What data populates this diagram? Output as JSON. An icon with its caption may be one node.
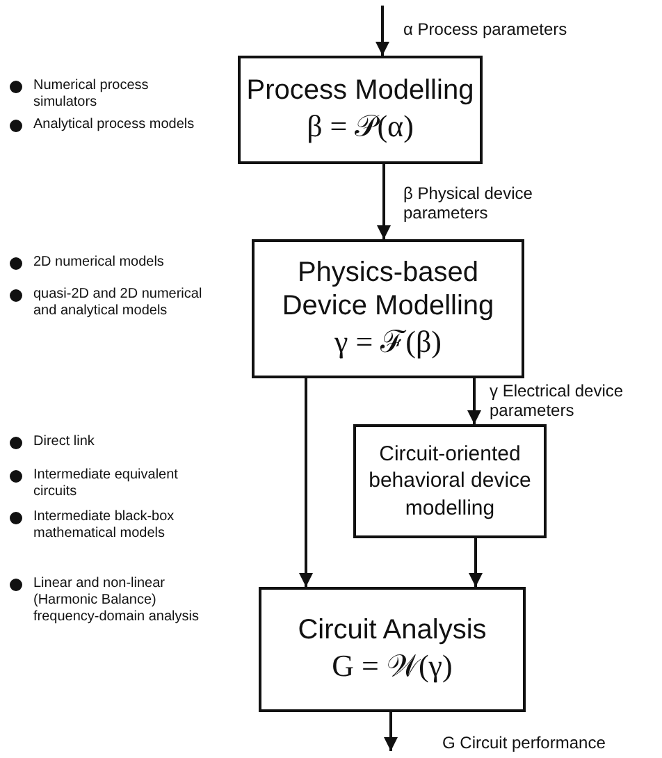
{
  "diagram": {
    "nodes": [
      {
        "text": [
          "Process Modelling",
          "β = 𝒫(α)"
        ]
      },
      {
        "text": [
          "Physics-based Device Modelling",
          "γ = ℱ(β)"
        ]
      },
      {
        "text": [
          "Circuit-oriented behavioral device modelling"
        ]
      },
      {
        "text": [
          "Circuit Analysis",
          "G = 𝒲(γ)"
        ]
      }
    ],
    "edges": [
      {
        "from": null,
        "to": 0,
        "arrow": "to",
        "label": "α Process parameters"
      },
      {
        "from": 0,
        "to": 1,
        "arrow": "to",
        "label": "β Physical device parameters"
      },
      {
        "from": 1,
        "to": 3,
        "arrow": "to"
      },
      {
        "from": 1,
        "to": 2,
        "arrow": "to",
        "label": "γ Electrical device parameters"
      },
      {
        "from": 2,
        "to": 3,
        "arrow": "to"
      },
      {
        "from": 3,
        "to": null,
        "arrow": "to",
        "label": "G Circuit performance"
      }
    ],
    "labels": [
      "Numerical process simulators",
      "Analytical process models",
      "2D numerical models",
      "quasi-2D and 2D numerical and analytical models",
      "Direct link",
      "Intermediate equivalent circuits",
      "Intermediate black-box mathematical models",
      "Linear and non-linear (Harmonic Balance) frequency-domain analysis"
    ]
  }
}
